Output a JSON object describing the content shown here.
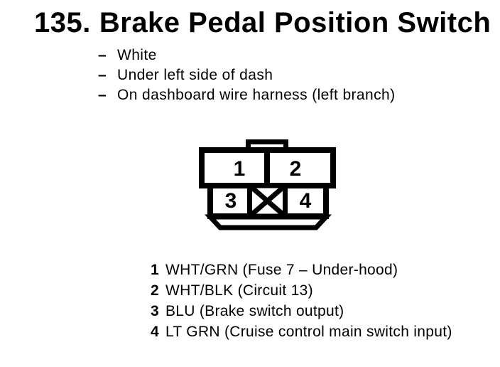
{
  "colors": {
    "ink": "#000000",
    "background": "#ffffff"
  },
  "title": {
    "number": "135.",
    "text": "Brake Pedal Position Switch"
  },
  "notes": {
    "bullet": "–",
    "items": [
      "White",
      "Under left side of dash",
      "On dashboard wire harness (left branch)"
    ]
  },
  "connector": {
    "pins": {
      "p1": "1",
      "p2": "2",
      "p3": "3",
      "p4": "4"
    },
    "blocked_cavity_symbol": "X"
  },
  "legend": {
    "rows": [
      {
        "pin": "1",
        "desc": "WHT/GRN (Fuse 7 – Under-hood)"
      },
      {
        "pin": "2",
        "desc": "WHT/BLK (Circuit 13)"
      },
      {
        "pin": "3",
        "desc": "BLU (Brake switch output)"
      },
      {
        "pin": "4",
        "desc": "LT GRN (Cruise control main switch input)"
      }
    ]
  }
}
